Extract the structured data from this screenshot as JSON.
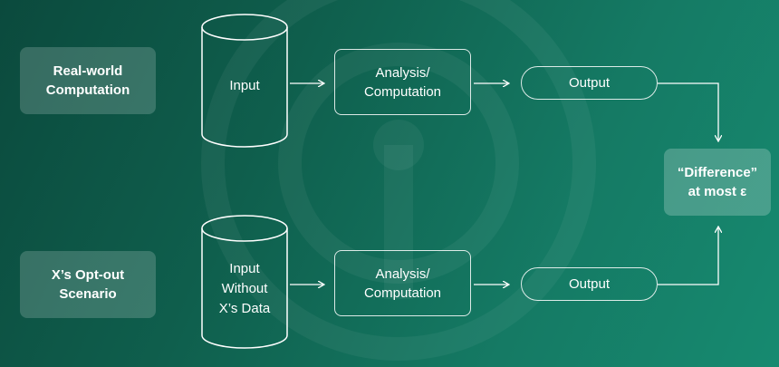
{
  "top_row": {
    "label": "Real-world\nComputation",
    "input": "Input",
    "process": "Analysis/\nComputation",
    "output": "Output"
  },
  "bottom_row": {
    "label": "X’s Opt-out\nScenario",
    "input": "Input\nWithout\nX’s Data",
    "process": "Analysis/\nComputation",
    "output": "Output"
  },
  "result": "“Difference”\nat most ε"
}
